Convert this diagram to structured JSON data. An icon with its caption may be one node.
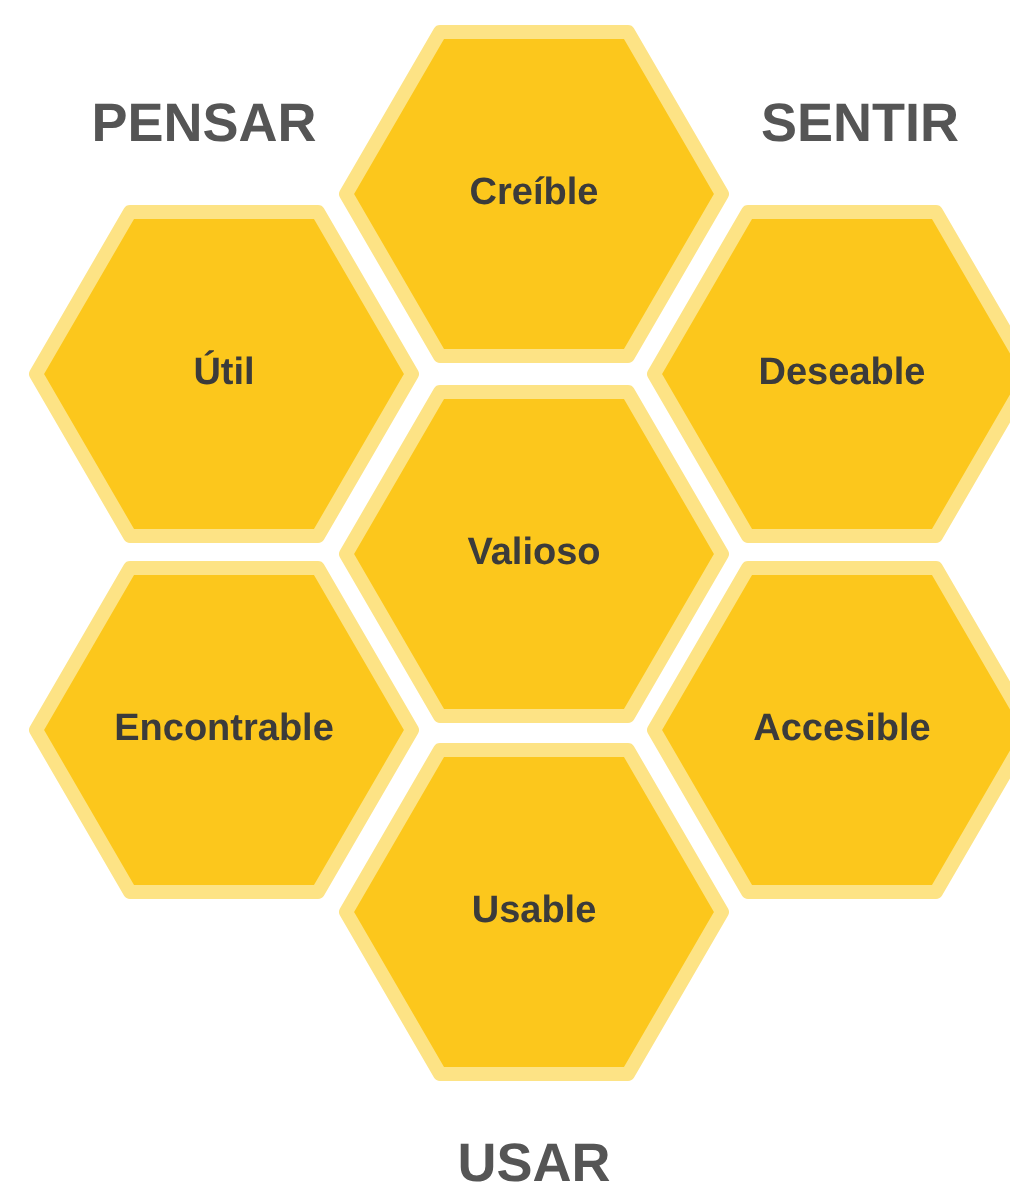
{
  "diagram": {
    "nodes": [
      {
        "text": [
          "Creíble"
        ]
      },
      {
        "text": [
          "Útil"
        ]
      },
      {
        "text": [
          "Deseable"
        ]
      },
      {
        "text": [
          "Valioso"
        ]
      },
      {
        "text": [
          "Encontrable"
        ]
      },
      {
        "text": [
          "Accesible"
        ]
      },
      {
        "text": [
          "Usable"
        ]
      }
    ],
    "labels": [
      "PENSAR",
      "SENTIR",
      "USAR"
    ]
  }
}
